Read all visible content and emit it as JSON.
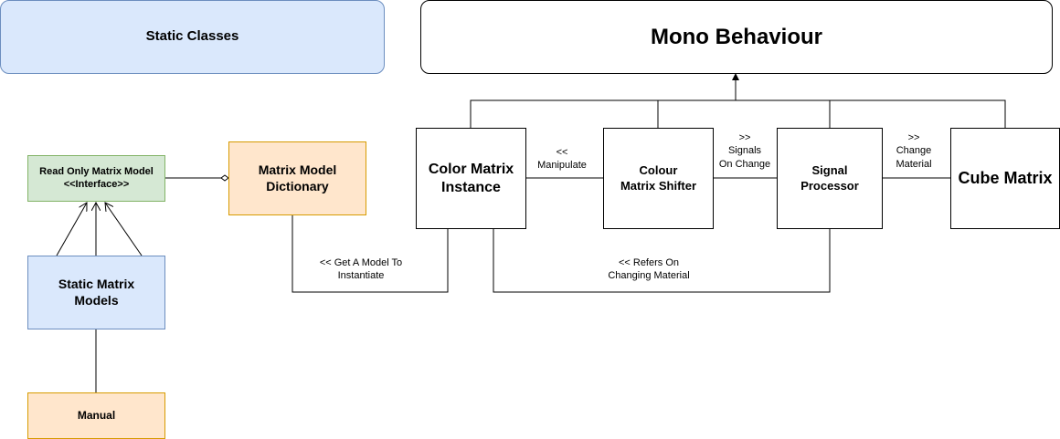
{
  "boxes": {
    "static_classes": "Static Classes",
    "mono_behaviour": "Mono Behaviour",
    "read_only_model": "Read Only Matrix Model\n<<Interface>>",
    "matrix_model_dictionary": "Matrix Model\nDictionary",
    "static_matrix_models": "Static Matrix\nModels",
    "manual": "Manual",
    "color_matrix_instance": "Color Matrix\nInstance",
    "colour_matrix_shifter": "Colour\nMatrix Shifter",
    "signal_processor": "Signal\nProcessor",
    "cube_matrix": "Cube Matrix"
  },
  "edge_labels": {
    "manipulate": "<<\nManipulate",
    "signals_on_change": ">>\nSignals\nOn Change",
    "change_material": ">>\nChange\nMaterial",
    "get_model": "<< Get A Model To\nInstantiate",
    "refers_on": "<< Refers On\nChanging Material"
  },
  "colors": {
    "blue_fill": "#dae8fc",
    "blue_stroke": "#6c8ebf",
    "green_fill": "#d5e8d4",
    "green_stroke": "#82b366",
    "orange_fill": "#ffe6cc",
    "orange_stroke": "#d79b00"
  }
}
